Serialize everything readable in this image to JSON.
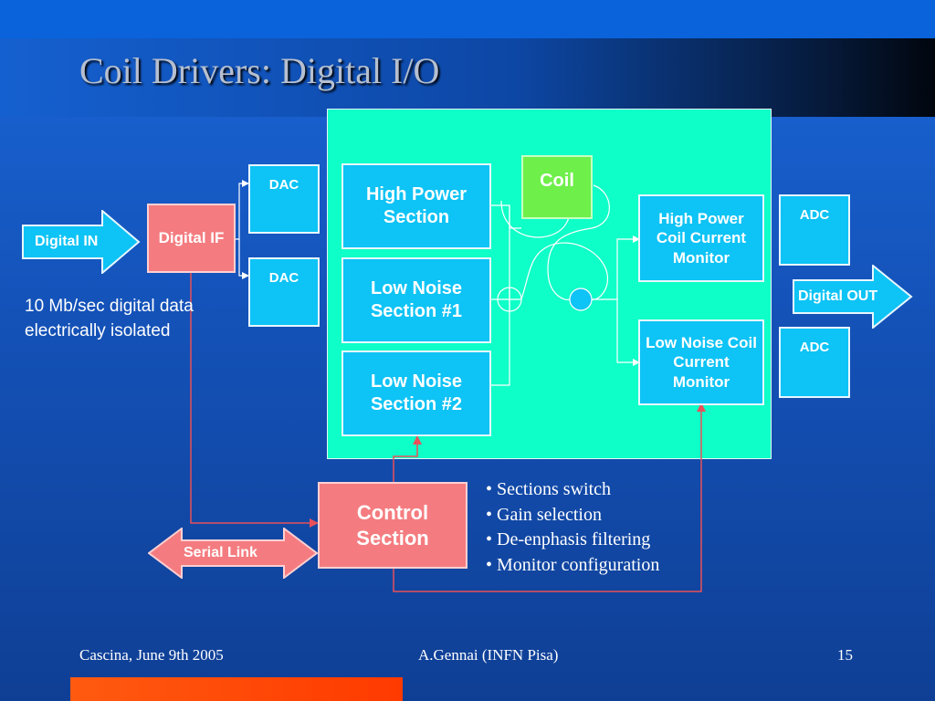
{
  "slide": {
    "title": "Coil Drivers: Digital I/O"
  },
  "diagram": {
    "digital_in": "Digital IN",
    "digital_if": "Digital IF",
    "dac_top": "DAC",
    "dac_bottom": "DAC",
    "high_power_section": "High Power Section",
    "low_noise_section_1": "Low Noise Section #1",
    "low_noise_section_2": "Low Noise Section #2",
    "coil": "Coil",
    "high_power_monitor": "High Power Coil Current Monitor",
    "low_noise_monitor": "Low Noise Coil Current Monitor",
    "adc_top": "ADC",
    "adc_bottom": "ADC",
    "digital_out": "Digital OUT",
    "control_section": "Control Section",
    "serial_link": "Serial Link",
    "isolation_note": "10 Mb/sec digital data electrically isolated",
    "control_functions": [
      "Sections switch",
      "Gain selection",
      "De-enphasis filtering",
      "Monitor configuration"
    ]
  },
  "footer": {
    "left": "Cascina, June 9th 2005",
    "center": "A.Gennai (INFN Pisa)",
    "page_number": "15"
  },
  "colors": {
    "background": "#1452b8",
    "panel": "#0fffc8",
    "cyan_box": "#0ec3f5",
    "pink_box": "#f47c80",
    "coil_box": "#6fef4a",
    "signal_line": "#e8505a"
  }
}
